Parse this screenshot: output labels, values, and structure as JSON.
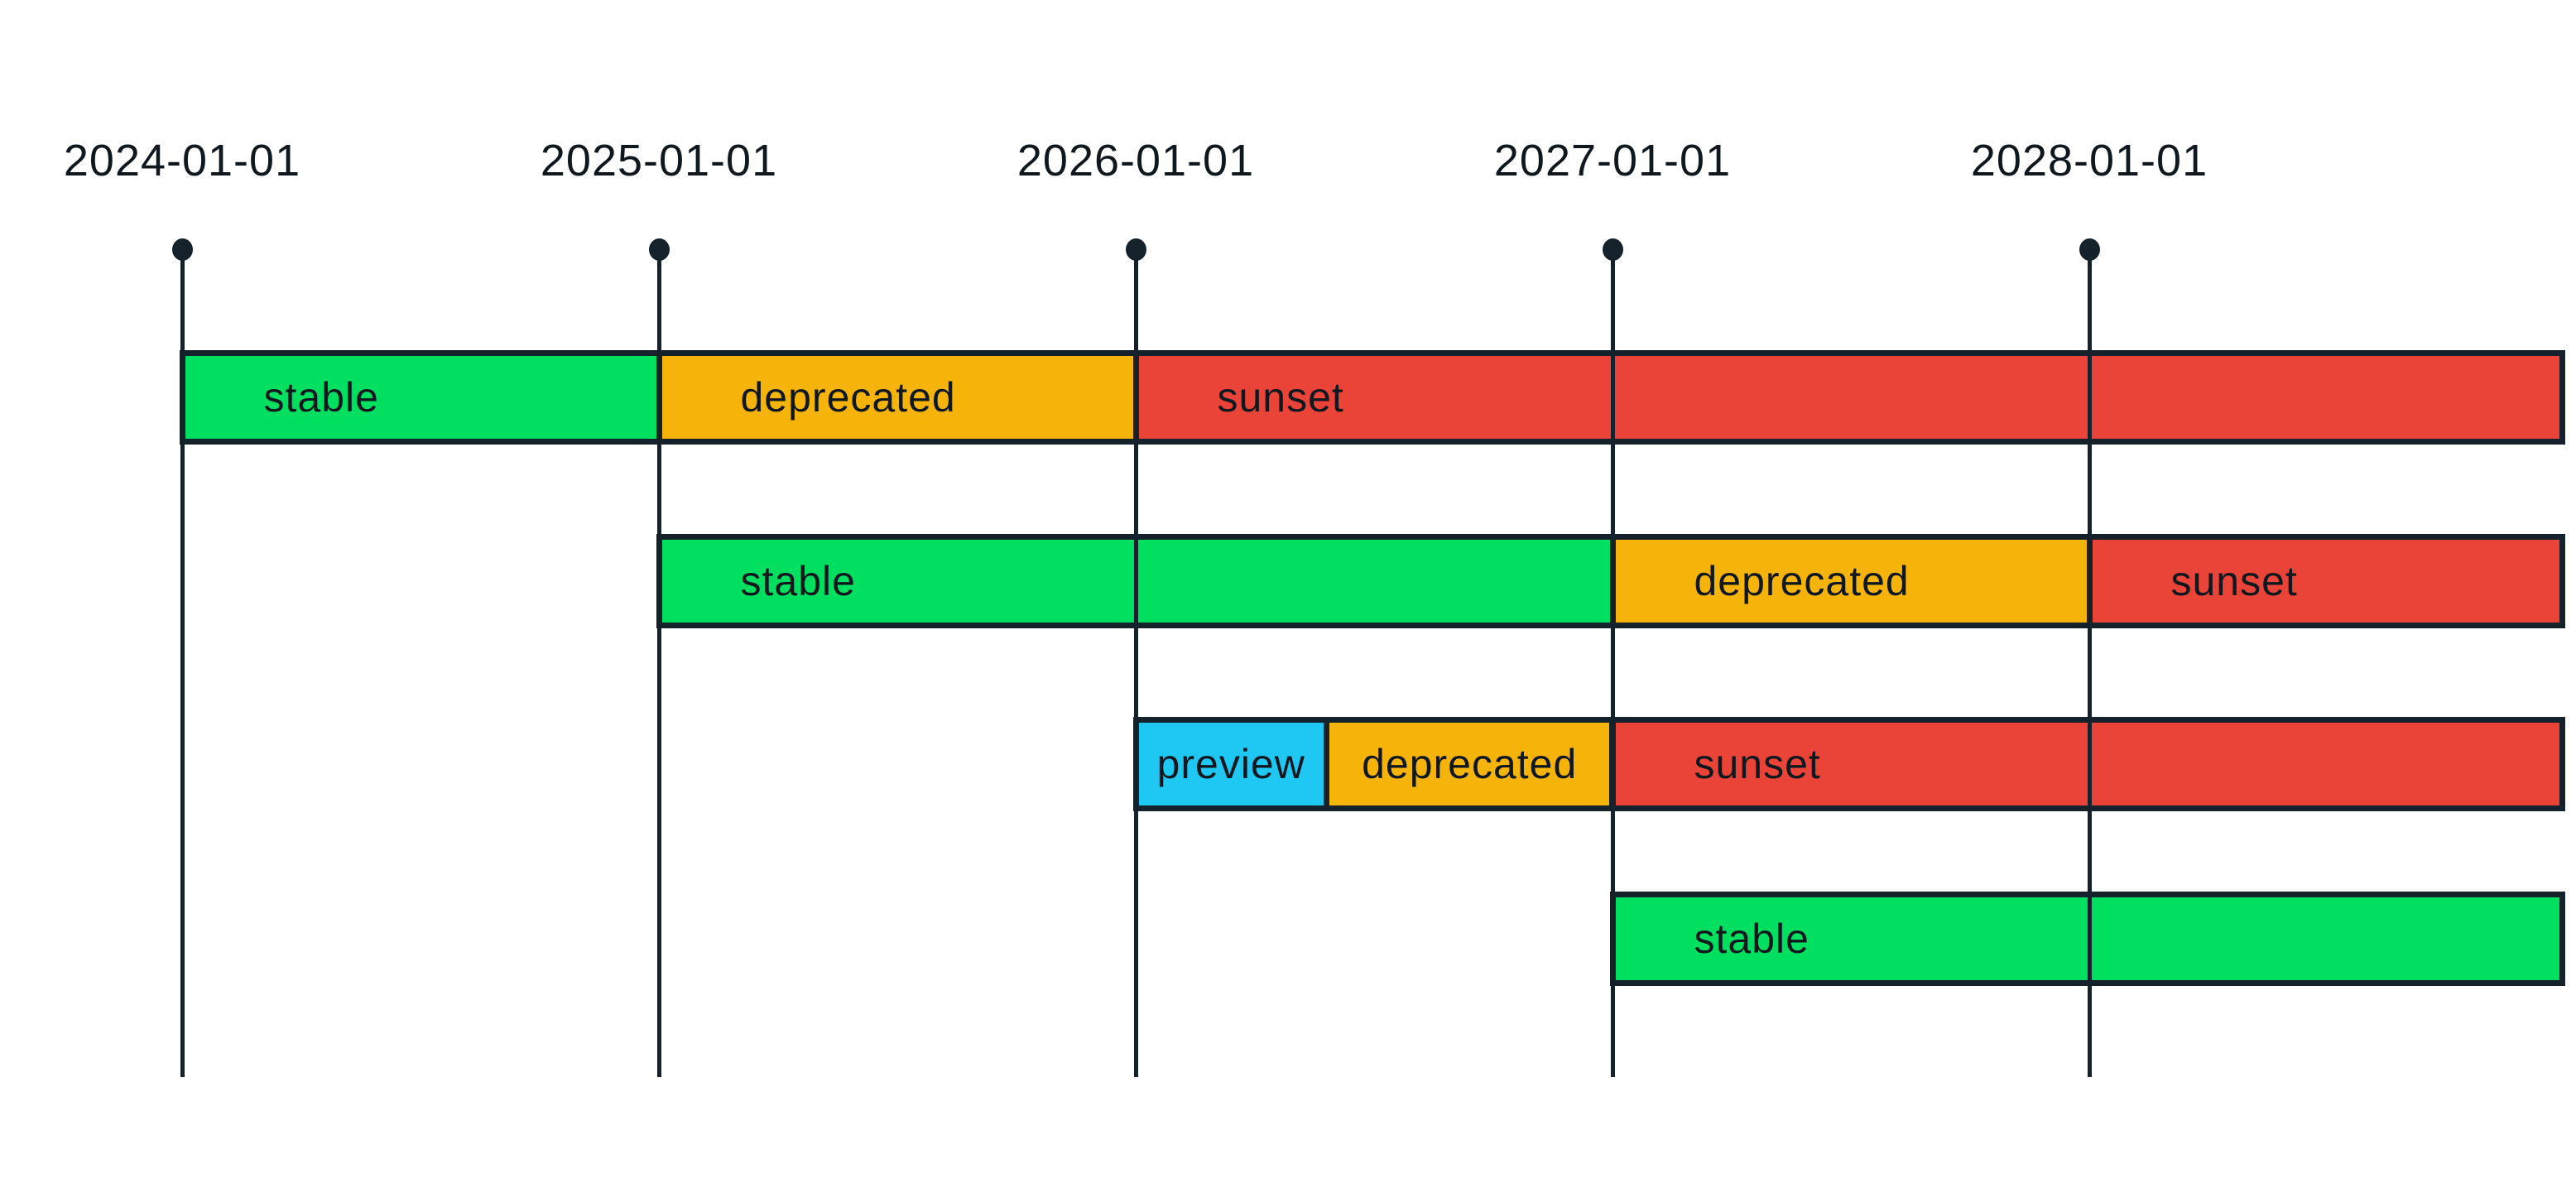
{
  "page": {
    "background_color": "#ffffff",
    "ink_color": "#15222B",
    "text_color": "#10181F"
  },
  "chart_data": {
    "type": "bar",
    "variant": "timeline-gantt-lifecycle",
    "title": "",
    "xlabel": "",
    "ylabel": "",
    "grid": "vertical year lines with dot markers at top",
    "legend": "none (statuses labeled inside bars)",
    "x_axis": {
      "xlim_years": [
        2024,
        2029
      ],
      "ticks": [
        {
          "label": "2024-01-01",
          "year": 2024
        },
        {
          "label": "2025-01-01",
          "year": 2025
        },
        {
          "label": "2026-01-01",
          "year": 2026
        },
        {
          "label": "2027-01-01",
          "year": 2027
        },
        {
          "label": "2028-01-01",
          "year": 2028
        }
      ]
    },
    "status_colors": {
      "stable": "#00DF60",
      "deprecated": "#F6B40B",
      "sunset": "#EA4438",
      "preview": "#1FC7F3"
    },
    "rows": [
      {
        "segments": [
          {
            "status": "stable",
            "label": "stable",
            "start": "2024-01-01",
            "end": "2025-01-01",
            "start_year": 2024.0,
            "end_year": 2025.0
          },
          {
            "status": "deprecated",
            "label": "deprecated",
            "start": "2025-01-01",
            "end": "2026-01-01",
            "start_year": 2025.0,
            "end_year": 2026.0
          },
          {
            "status": "sunset",
            "label": "sunset",
            "start": "2026-01-01",
            "end": null,
            "start_year": 2026.0,
            "end_year": 2029.0,
            "extends_to_chart_edge": true
          }
        ]
      },
      {
        "segments": [
          {
            "status": "stable",
            "label": "stable",
            "start": "2025-01-01",
            "end": "2027-01-01",
            "start_year": 2025.0,
            "end_year": 2027.0
          },
          {
            "status": "deprecated",
            "label": "deprecated",
            "start": "2027-01-01",
            "end": "2028-01-01",
            "start_year": 2027.0,
            "end_year": 2028.0
          },
          {
            "status": "sunset",
            "label": "sunset",
            "start": "2028-01-01",
            "end": null,
            "start_year": 2028.0,
            "end_year": 2029.0,
            "extends_to_chart_edge": true
          }
        ]
      },
      {
        "segments": [
          {
            "status": "preview",
            "label": "preview",
            "start": "2026-01-01",
            "end": "~2026-05",
            "start_year": 2026.0,
            "end_year": 2026.4
          },
          {
            "status": "deprecated",
            "label": "deprecated",
            "start": "~2026-05",
            "end": "2027-01-01",
            "start_year": 2026.4,
            "end_year": 2027.0
          },
          {
            "status": "sunset",
            "label": "sunset",
            "start": "2027-01-01",
            "end": null,
            "start_year": 2027.0,
            "end_year": 2029.0,
            "extends_to_chart_edge": true
          }
        ]
      },
      {
        "segments": [
          {
            "status": "stable",
            "label": "stable",
            "start": "2027-01-01",
            "end": null,
            "start_year": 2027.0,
            "end_year": 2029.0,
            "extends_to_chart_edge": true
          }
        ]
      }
    ]
  }
}
